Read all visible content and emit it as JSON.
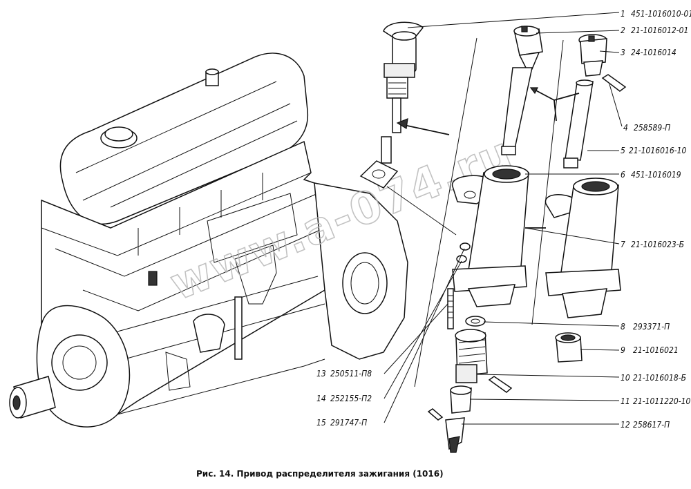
{
  "callouts": [
    {
      "num": "1",
      "code": "451-1016010-01"
    },
    {
      "num": "2",
      "code": "21-1016012-01"
    },
    {
      "num": "3",
      "code": "24-1016014"
    },
    {
      "num": "4",
      "code": "258589-П"
    },
    {
      "num": "5",
      "code": "21-1016016-10"
    },
    {
      "num": "6",
      "code": "451-1016019"
    },
    {
      "num": "7",
      "code": "21-1016023-Б"
    },
    {
      "num": "8",
      "code": "293371-П"
    },
    {
      "num": "9",
      "code": "21-1016021"
    },
    {
      "num": "10",
      "code": "21-1016018-Б"
    },
    {
      "num": "11",
      "code": "21-1011220-10"
    },
    {
      "num": "12",
      "code": "258617-П"
    },
    {
      "num": "13",
      "code": "250511-П8"
    },
    {
      "num": "14",
      "code": "252155-П2"
    },
    {
      "num": "15",
      "code": "291747-П"
    }
  ],
  "caption": "Рис. 14. Привод распределителя зажигания (1016)",
  "watermark": "www.a-074.ru",
  "colors": {
    "ink": "#111111",
    "paper": "#ffffff",
    "watermark": "#b8b8b8"
  }
}
